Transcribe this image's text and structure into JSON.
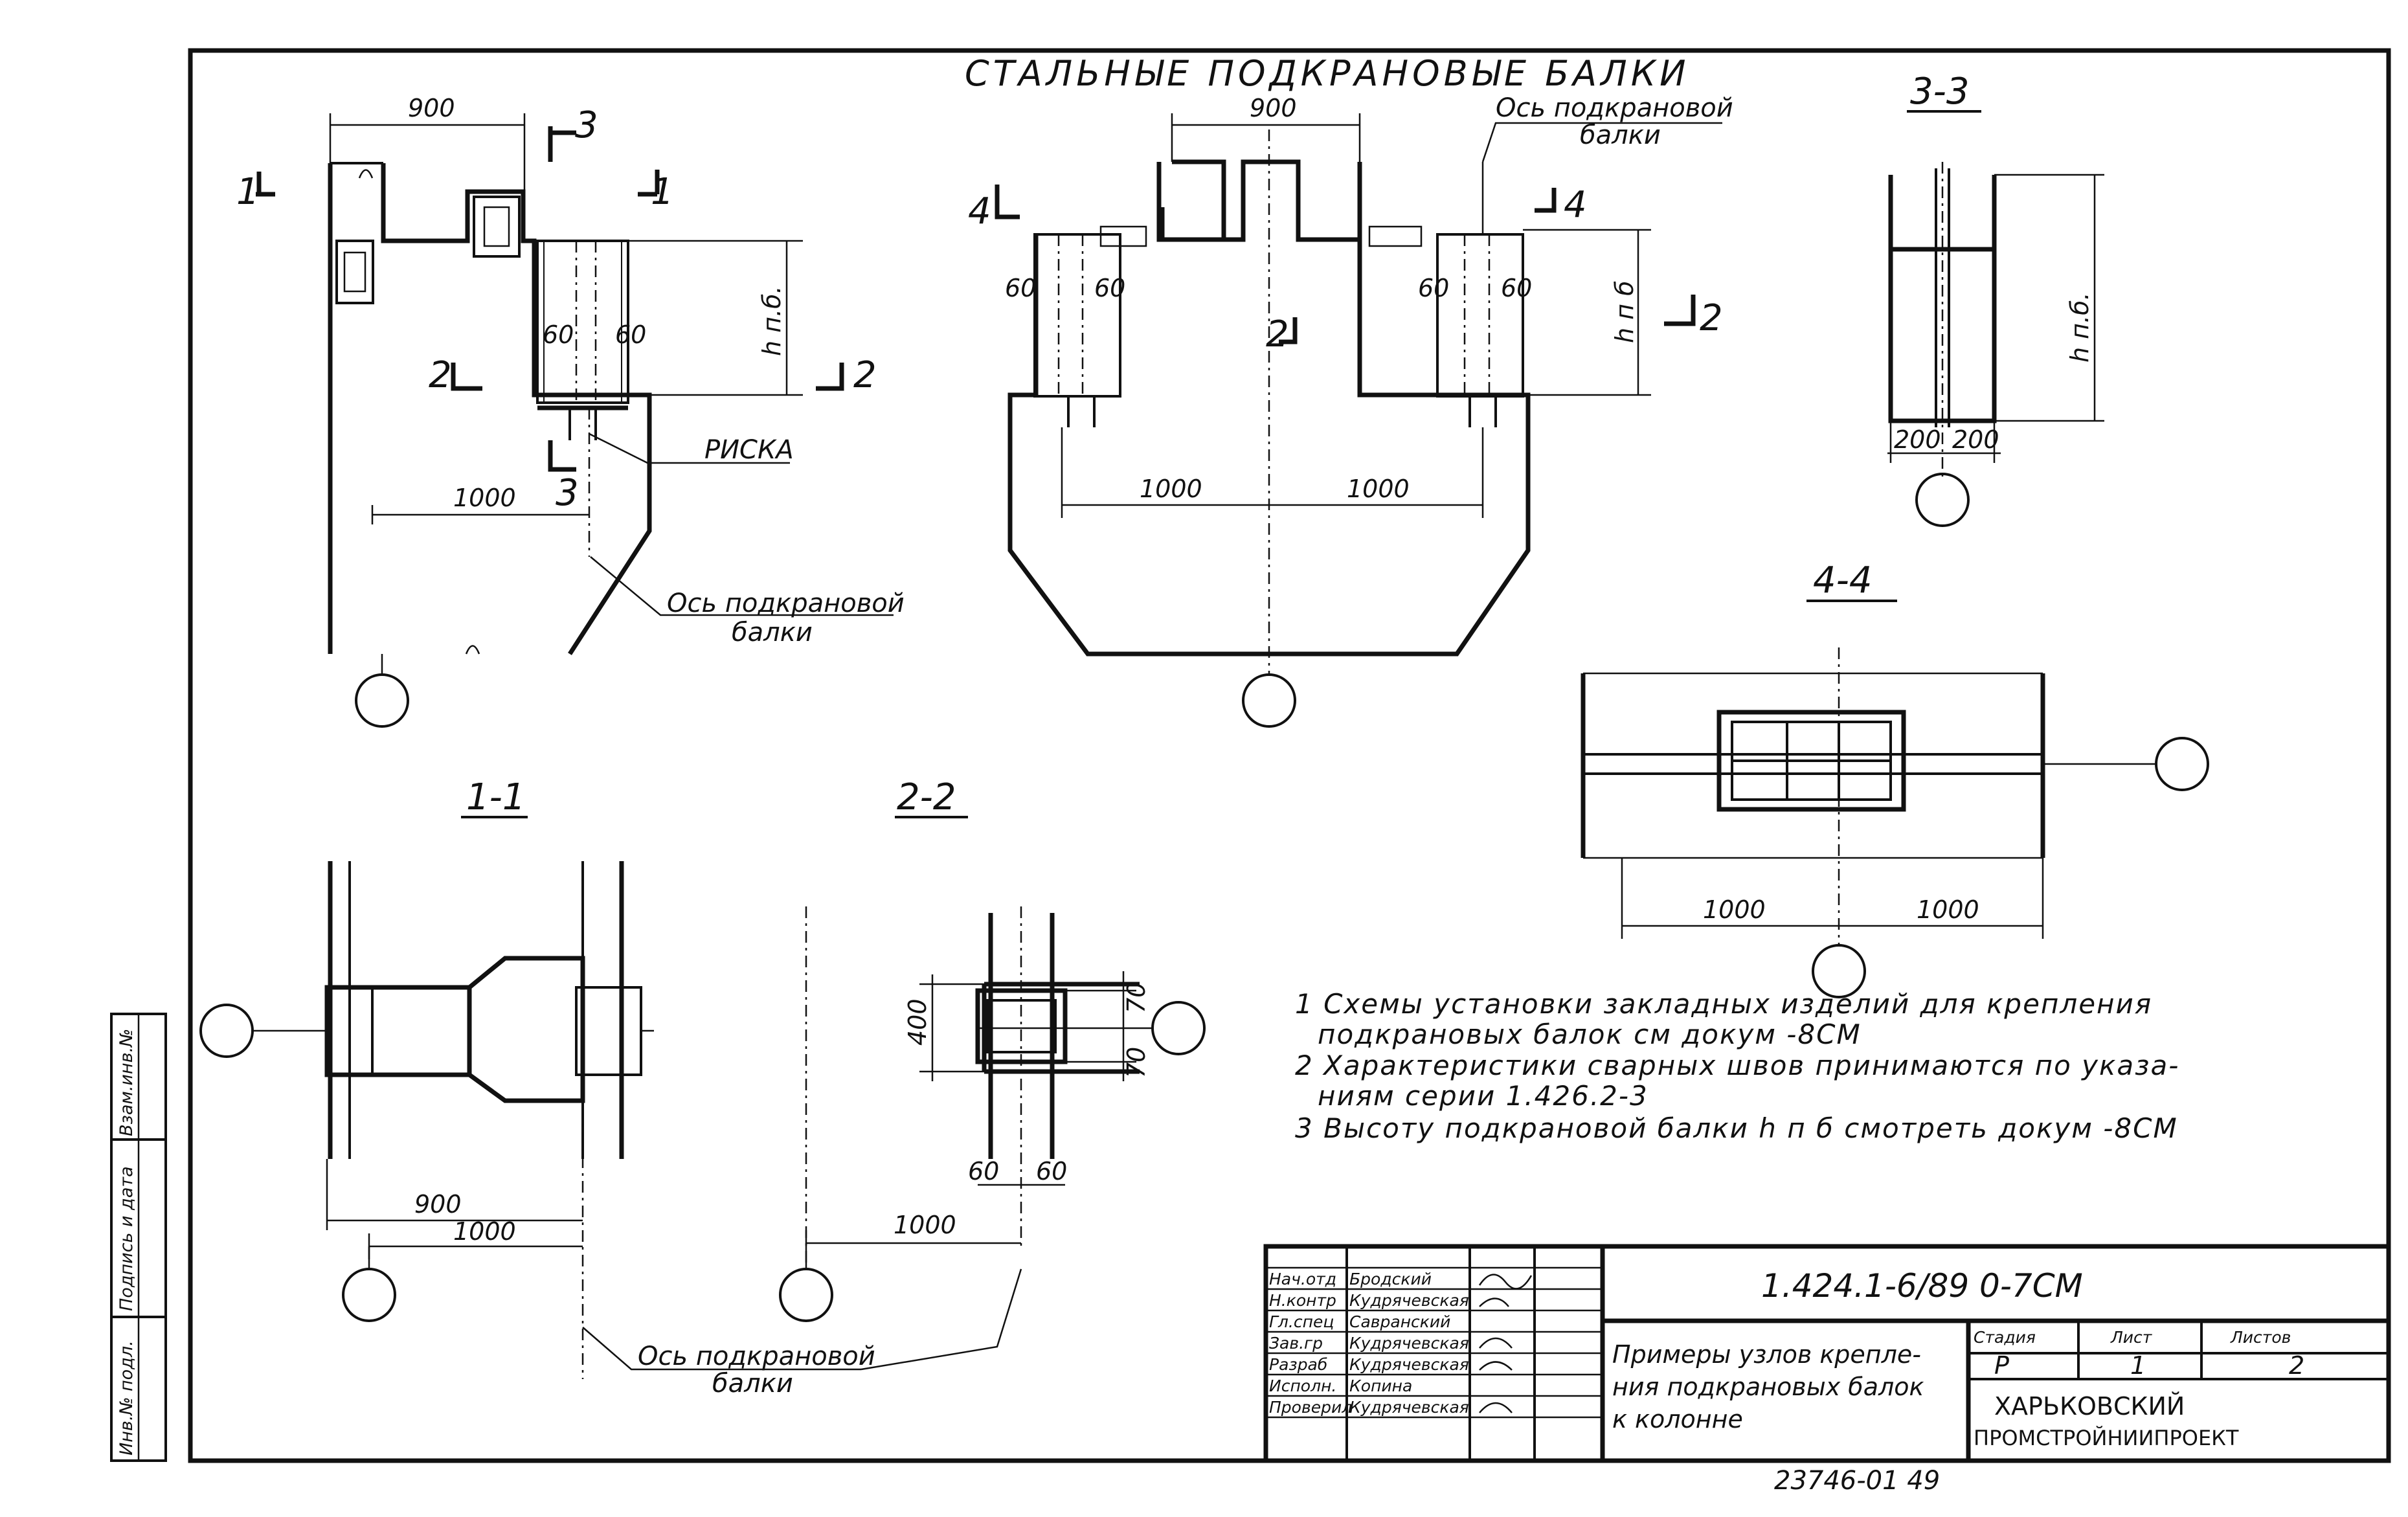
{
  "sheet_title": "СТАЛЬНЫЕ ПОДКРАНОВЫЕ БАЛКИ",
  "view1": {
    "dim_top": "900",
    "dim_bottom": "1000",
    "dim_left_60": "60",
    "dim_right_60": "60",
    "height_label": "h п.б.",
    "risk_label": "РИСКА",
    "axis_label_line1": "Ось подкрановой",
    "axis_label_line2": "балки",
    "cut1": "1",
    "cut2": "2",
    "cut3": "3"
  },
  "view2": {
    "dim_top": "900",
    "dim_left_1000": "1000",
    "dim_right_1000": "1000",
    "dim_60_a": "60",
    "dim_60_b": "60",
    "dim_60_c": "60",
    "dim_60_d": "60",
    "height_label": "h п б",
    "axis_label_line1": "Ось подкрановой",
    "axis_label_line2": "балки",
    "cut2": "2",
    "cut4": "4"
  },
  "section33": {
    "title": "3-3",
    "dim_200_a": "200",
    "dim_200_b": "200",
    "height_label": "h п.б."
  },
  "section44": {
    "title": "4-4",
    "dim_left": "1000",
    "dim_right": "1000"
  },
  "section11": {
    "title": "1-1",
    "dim_900": "900",
    "dim_1000": "1000"
  },
  "section22": {
    "title": "2-2",
    "dim_400": "400",
    "dim_70_a": "70",
    "dim_70_b": "70",
    "dim_60_a": "60",
    "dim_60_b": "60",
    "dim_1000": "1000"
  },
  "bottom_axis_label_line1": "Ось подкрановой",
  "bottom_axis_label_line2": "балки",
  "notes": [
    "1 Схемы установки закладных изделий для крепления",
    "подкрановых балок см докум -8СМ",
    "2 Характеристики сварных швов принимаются по указа-",
    "ниям серии 1.426.2-3",
    "3 Высоту подкрановой балки h п б смотреть докум -8СМ"
  ],
  "title_block": {
    "rows": [
      {
        "role": "Нач.отд",
        "name": "Бродский"
      },
      {
        "role": "Н.контр",
        "name": "Кудрячевская"
      },
      {
        "role": "Гл.спец",
        "name": "Савранский"
      },
      {
        "role": "Зав.гр",
        "name": "Кудрячевская"
      },
      {
        "role": "Разраб",
        "name": "Кудрячевская"
      },
      {
        "role": "Исполн.",
        "name": "Копина"
      },
      {
        "role": "Проверил",
        "name": "Кудрячевская"
      }
    ],
    "doc_code": "1.424.1-6/89 0-7СМ",
    "description_line1": "Примеры узлов крепле-",
    "description_line2": "ния подкрановых балок",
    "description_line3": "к колонне",
    "stage_header": "Стадия",
    "sheet_header": "Лист",
    "sheets_header": "Листов",
    "stage_value": "Р",
    "sheet_value": "1",
    "sheets_value": "2",
    "org_line1": "ХАРЬКОВСКИЙ",
    "org_line2": "ПРОМСТРОЙНИИПРОЕКТ"
  },
  "side_stamp": {
    "inv_orig": "Инв.№ подл.",
    "sign_date": "Подпись и дата",
    "inv_repl": "Взам.инв.№"
  },
  "footer_number": "23746-01  49"
}
